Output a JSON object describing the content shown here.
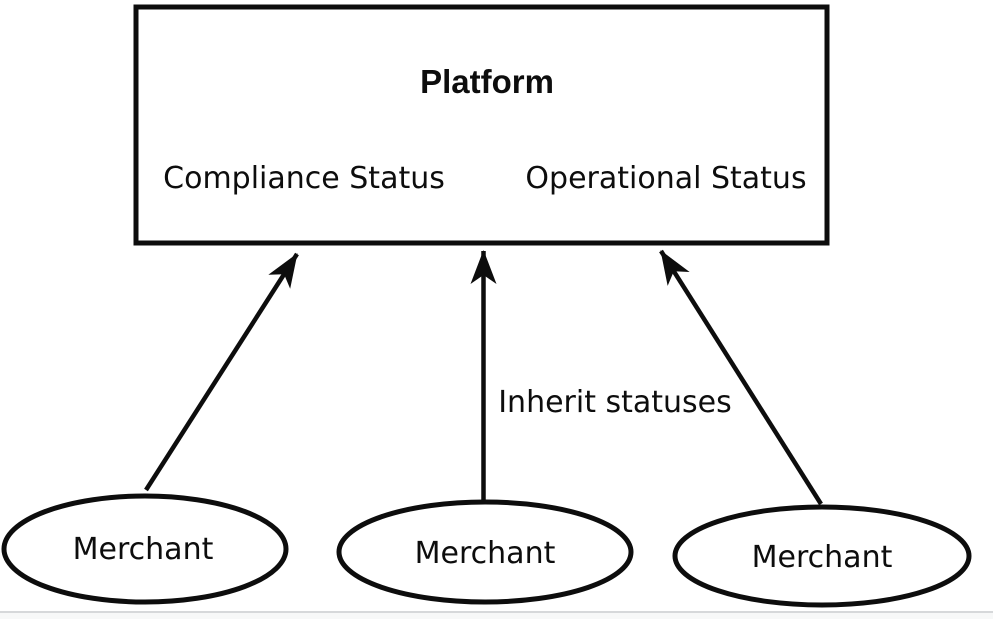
{
  "platform": {
    "title": "Platform",
    "compliance_label": "Compliance Status",
    "operational_label": "Operational Status"
  },
  "merchants": [
    {
      "label": "Merchant"
    },
    {
      "label": "Merchant"
    },
    {
      "label": "Merchant"
    }
  ],
  "edge_label": "Inherit statuses",
  "colors": {
    "ink": "#0d0d0d",
    "background": "#ffffff",
    "separator_line": "#d6d8da",
    "footer_strip": "#f7f8f8"
  }
}
